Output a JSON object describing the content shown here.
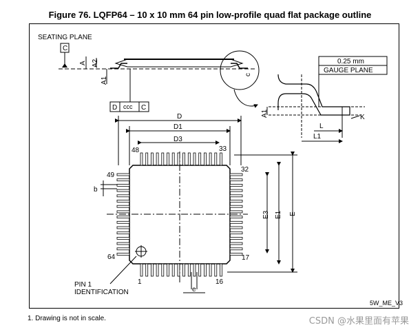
{
  "title": "Figure 76. LQFP64 – 10 x 10 mm 64 pin low-profile quad flat package outline",
  "side_view": {
    "seating_plane_label": "SEATING PLANE",
    "datum_c": "C",
    "dim_a": "A",
    "dim_a2": "A2",
    "dim_a1": "A1",
    "dim_c": "c",
    "flatness_prefix": "D",
    "flatness_tol": "ccc",
    "flatness_datum": "C"
  },
  "detail_view": {
    "gauge_value": "0.25 mm",
    "gauge_label": "GAUGE PLANE",
    "dim_a1": "A1",
    "dim_l": "L",
    "dim_l1": "L1",
    "dim_k": "K"
  },
  "top_view": {
    "dim_d": "D",
    "dim_d1": "D1",
    "dim_d3": "D3",
    "dim_e": "E",
    "dim_e1": "E1",
    "dim_e3": "E3",
    "dim_b": "b",
    "dim_e_pitch": "e",
    "pin_48": "48",
    "pin_33": "33",
    "pin_49": "49",
    "pin_32": "32",
    "pin_64": "64",
    "pin_17": "17",
    "pin_1": "1",
    "pin_16": "16",
    "pin1_label_1": "PIN 1",
    "pin1_label_2": "IDENTIFICATION"
  },
  "ref_code": "5W_ME_V3",
  "note": "1.   Drawing is not in scale.",
  "watermark": "CSDN @水果里面有苹果"
}
